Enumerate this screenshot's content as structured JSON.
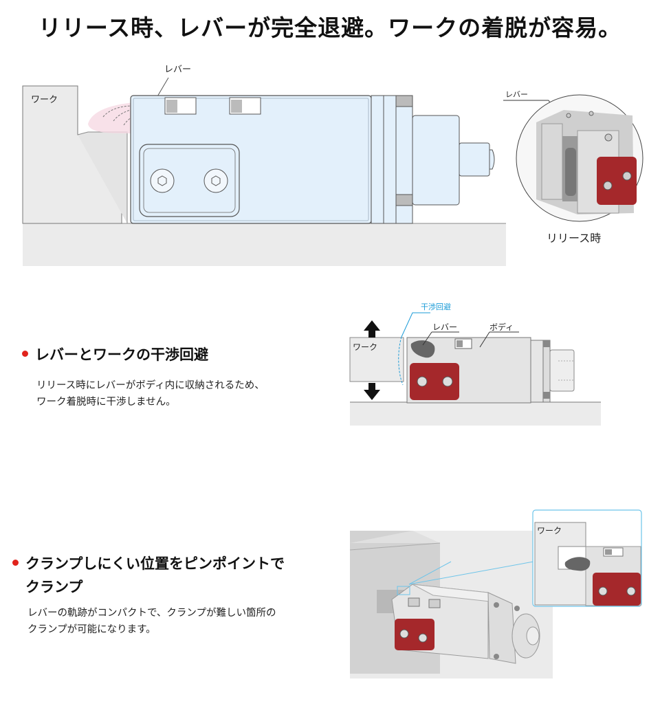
{
  "headline": "リリース時、レバーが完全退避。ワークの着脱が容易。",
  "figure1": {
    "lever_label": "レバー",
    "work_label": "ワーク",
    "zoom_lever_label": "レバー",
    "zoom_caption": "リリース時"
  },
  "section1": {
    "title": "レバーとワークの干渉回避",
    "body_line1": "リリース時にレバーがボディ内に収納されるため、",
    "body_line2": "ワーク着脱時に干渉しません。",
    "figure": {
      "interference_label": "干渉回避",
      "lever_label": "レバー",
      "body_label": "ボディ",
      "work_label": "ワーク"
    }
  },
  "section2": {
    "title_line1": "クランプしにくい位置をピンポイントで",
    "title_line2": "クランプ",
    "body_line1": "レバーの軌跡がコンパクトで、クランプが難しい箇所の",
    "body_line2": "クランプが可能になります。",
    "figure": {
      "work_label": "ワーク"
    }
  },
  "colors": {
    "accent_red": "#e1231c",
    "clamp_red": "#a5282b",
    "body_blue": "#e3f0fb",
    "highlight_cyan": "#1a9bd7"
  }
}
